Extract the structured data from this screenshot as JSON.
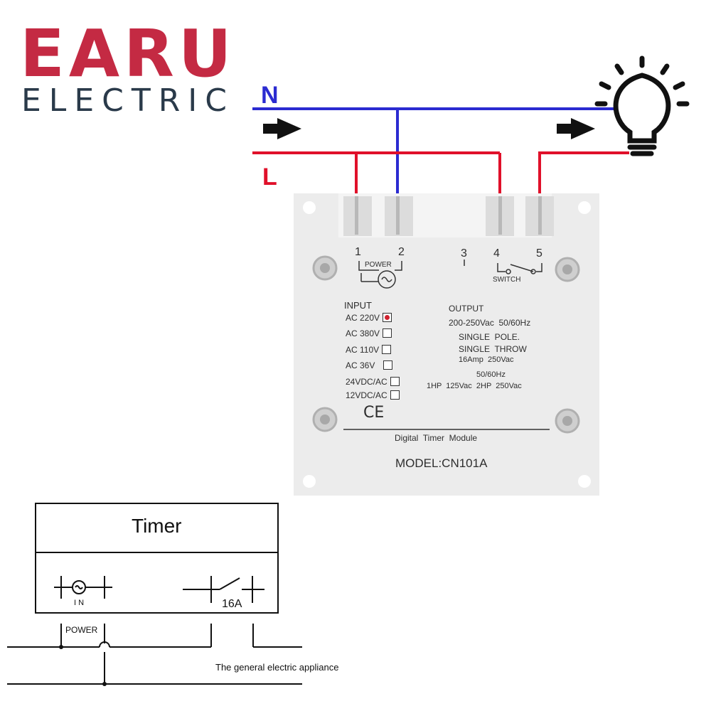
{
  "brand": {
    "name": "EARU",
    "subtitle": "ELECTRIC",
    "color": "#c42a43"
  },
  "wires": {
    "neutral_label": "N",
    "live_label": "L",
    "neutral_color": "#2b2bd1",
    "live_color": "#e0102a"
  },
  "terminals": {
    "t1": "1",
    "t2": "2",
    "t3": "3",
    "t4": "4",
    "t5": "5",
    "power_label": "POWER",
    "switch_label": "SWITCH"
  },
  "input": {
    "heading": "INPUT",
    "options": [
      {
        "label": "AC 220V",
        "checked": true
      },
      {
        "label": "AC 380V",
        "checked": false
      },
      {
        "label": "AC 110V",
        "checked": false
      },
      {
        "label": "AC 36V",
        "checked": false
      },
      {
        "label": "24VDC/AC",
        "checked": false
      },
      {
        "label": "12VDC/AC",
        "checked": false
      }
    ]
  },
  "output": {
    "heading": "OUTPUT",
    "line1": "200-250Vac  50/60Hz",
    "line2": "SINGLE  POLE.",
    "line3": "SINGLE  THROW",
    "line4": "16Amp  250Vac",
    "line5": "50/60Hz",
    "line6": "1HP  125Vac  2HP  250Vac"
  },
  "ce_mark": "CE",
  "module_name": "Digital  Timer  Module",
  "model": "MODEL:CN101A",
  "schematic": {
    "title": "Timer",
    "in_label": "I N",
    "rating": "16A",
    "power_label": "POWER",
    "appliance_label": "The general electric appliance"
  },
  "icons": [
    "earu-logo",
    "light-bulb-icon",
    "arrow-right-icon",
    "power-symbol-icon",
    "switch-symbol-icon",
    "screw-icon",
    "ce-mark-icon"
  ]
}
